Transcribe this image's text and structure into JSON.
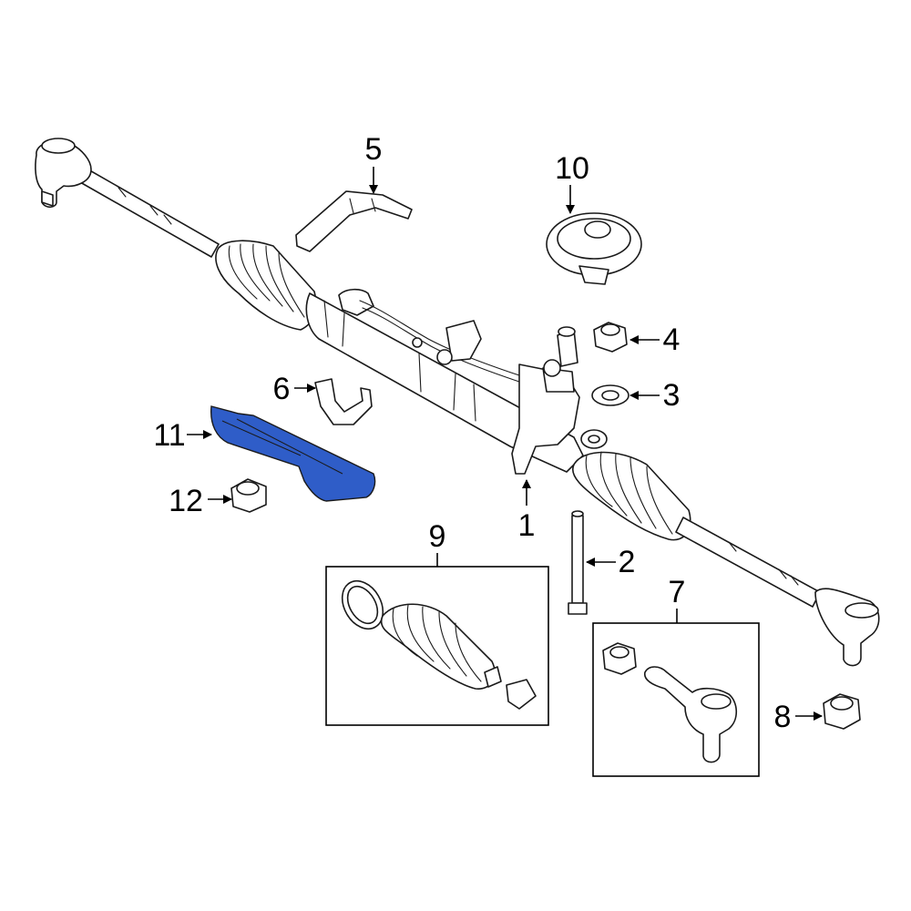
{
  "diagram": {
    "highlight_color": "#2f5dc8",
    "outline_color": "#1a1a1a",
    "callouts": [
      {
        "id": "1",
        "label": "1"
      },
      {
        "id": "2",
        "label": "2"
      },
      {
        "id": "3",
        "label": "3"
      },
      {
        "id": "4",
        "label": "4"
      },
      {
        "id": "5",
        "label": "5"
      },
      {
        "id": "6",
        "label": "6"
      },
      {
        "id": "7",
        "label": "7"
      },
      {
        "id": "8",
        "label": "8"
      },
      {
        "id": "9",
        "label": "9"
      },
      {
        "id": "10",
        "label": "10"
      },
      {
        "id": "11",
        "label": "11"
      },
      {
        "id": "12",
        "label": "12"
      }
    ],
    "highlighted_part": "11"
  }
}
